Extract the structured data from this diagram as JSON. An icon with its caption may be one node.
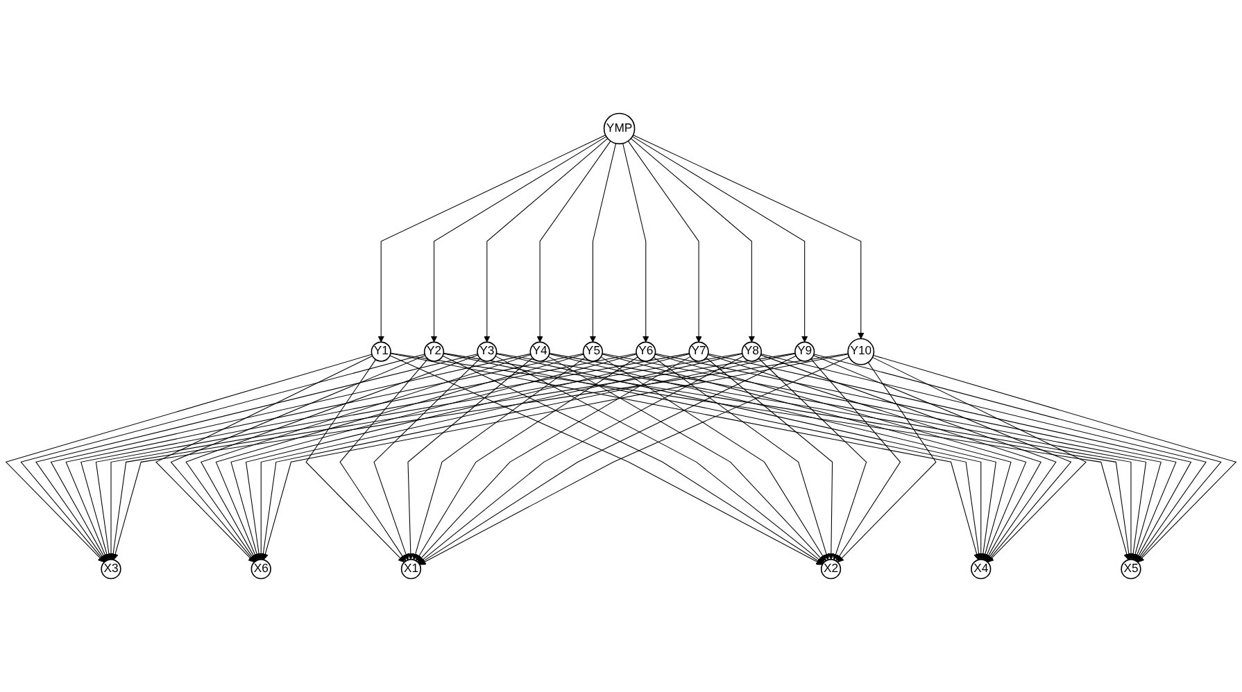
{
  "diagram": {
    "nodes": [
      {
        "text": [
          "YMP"
        ]
      },
      {
        "text": [
          "Y1"
        ]
      },
      {
        "text": [
          "Y2"
        ]
      },
      {
        "text": [
          "Y3"
        ]
      },
      {
        "text": [
          "Y4"
        ]
      },
      {
        "text": [
          "Y5"
        ]
      },
      {
        "text": [
          "Y6"
        ]
      },
      {
        "text": [
          "Y7"
        ]
      },
      {
        "text": [
          "Y8"
        ]
      },
      {
        "text": [
          "Y9"
        ]
      },
      {
        "text": [
          "Y10"
        ]
      },
      {
        "text": [
          "X3"
        ]
      },
      {
        "text": [
          "X6"
        ]
      },
      {
        "text": [
          "X1"
        ]
      },
      {
        "text": [
          "X2"
        ]
      },
      {
        "text": [
          "X4"
        ]
      },
      {
        "text": [
          "X5"
        ]
      }
    ],
    "edges": [
      {
        "from": 0,
        "to": 1,
        "arrow": "to"
      },
      {
        "from": 0,
        "to": 2,
        "arrow": "to"
      },
      {
        "from": 0,
        "to": 3,
        "arrow": "to"
      },
      {
        "from": 0,
        "to": 4,
        "arrow": "to"
      },
      {
        "from": 0,
        "to": 5,
        "arrow": "to"
      },
      {
        "from": 0,
        "to": 6,
        "arrow": "to"
      },
      {
        "from": 0,
        "to": 7,
        "arrow": "to"
      },
      {
        "from": 0,
        "to": 8,
        "arrow": "to"
      },
      {
        "from": 0,
        "to": 9,
        "arrow": "to"
      },
      {
        "from": 0,
        "to": 10,
        "arrow": "to"
      },
      {
        "from": 1,
        "to": 11,
        "arrow": "to"
      },
      {
        "from": 1,
        "to": 12,
        "arrow": "to"
      },
      {
        "from": 1,
        "to": 13,
        "arrow": "to"
      },
      {
        "from": 1,
        "to": 14,
        "arrow": "to"
      },
      {
        "from": 1,
        "to": 15,
        "arrow": "to"
      },
      {
        "from": 1,
        "to": 16,
        "arrow": "to"
      },
      {
        "from": 2,
        "to": 11,
        "arrow": "to"
      },
      {
        "from": 2,
        "to": 12,
        "arrow": "to"
      },
      {
        "from": 2,
        "to": 13,
        "arrow": "to"
      },
      {
        "from": 2,
        "to": 14,
        "arrow": "to"
      },
      {
        "from": 2,
        "to": 15,
        "arrow": "to"
      },
      {
        "from": 2,
        "to": 16,
        "arrow": "to"
      },
      {
        "from": 3,
        "to": 11,
        "arrow": "to"
      },
      {
        "from": 3,
        "to": 12,
        "arrow": "to"
      },
      {
        "from": 3,
        "to": 13,
        "arrow": "to"
      },
      {
        "from": 3,
        "to": 14,
        "arrow": "to"
      },
      {
        "from": 3,
        "to": 15,
        "arrow": "to"
      },
      {
        "from": 3,
        "to": 16,
        "arrow": "to"
      },
      {
        "from": 4,
        "to": 11,
        "arrow": "to"
      },
      {
        "from": 4,
        "to": 12,
        "arrow": "to"
      },
      {
        "from": 4,
        "to": 13,
        "arrow": "to"
      },
      {
        "from": 4,
        "to": 14,
        "arrow": "to"
      },
      {
        "from": 4,
        "to": 15,
        "arrow": "to"
      },
      {
        "from": 4,
        "to": 16,
        "arrow": "to"
      },
      {
        "from": 5,
        "to": 11,
        "arrow": "to"
      },
      {
        "from": 5,
        "to": 12,
        "arrow": "to"
      },
      {
        "from": 5,
        "to": 13,
        "arrow": "to"
      },
      {
        "from": 5,
        "to": 14,
        "arrow": "to"
      },
      {
        "from": 5,
        "to": 15,
        "arrow": "to"
      },
      {
        "from": 5,
        "to": 16,
        "arrow": "to"
      },
      {
        "from": 6,
        "to": 11,
        "arrow": "to"
      },
      {
        "from": 6,
        "to": 12,
        "arrow": "to"
      },
      {
        "from": 6,
        "to": 13,
        "arrow": "to"
      },
      {
        "from": 6,
        "to": 14,
        "arrow": "to"
      },
      {
        "from": 6,
        "to": 15,
        "arrow": "to"
      },
      {
        "from": 6,
        "to": 16,
        "arrow": "to"
      },
      {
        "from": 7,
        "to": 11,
        "arrow": "to"
      },
      {
        "from": 7,
        "to": 12,
        "arrow": "to"
      },
      {
        "from": 7,
        "to": 13,
        "arrow": "to"
      },
      {
        "from": 7,
        "to": 14,
        "arrow": "to"
      },
      {
        "from": 7,
        "to": 15,
        "arrow": "to"
      },
      {
        "from": 7,
        "to": 16,
        "arrow": "to"
      },
      {
        "from": 8,
        "to": 11,
        "arrow": "to"
      },
      {
        "from": 8,
        "to": 12,
        "arrow": "to"
      },
      {
        "from": 8,
        "to": 13,
        "arrow": "to"
      },
      {
        "from": 8,
        "to": 14,
        "arrow": "to"
      },
      {
        "from": 8,
        "to": 15,
        "arrow": "to"
      },
      {
        "from": 8,
        "to": 16,
        "arrow": "to"
      },
      {
        "from": 9,
        "to": 11,
        "arrow": "to"
      },
      {
        "from": 9,
        "to": 12,
        "arrow": "to"
      },
      {
        "from": 9,
        "to": 13,
        "arrow": "to"
      },
      {
        "from": 9,
        "to": 14,
        "arrow": "to"
      },
      {
        "from": 9,
        "to": 15,
        "arrow": "to"
      },
      {
        "from": 9,
        "to": 16,
        "arrow": "to"
      },
      {
        "from": 10,
        "to": 11,
        "arrow": "to"
      },
      {
        "from": 10,
        "to": 12,
        "arrow": "to"
      },
      {
        "from": 10,
        "to": 13,
        "arrow": "to"
      },
      {
        "from": 10,
        "to": 14,
        "arrow": "to"
      },
      {
        "from": 10,
        "to": 15,
        "arrow": "to"
      },
      {
        "from": 10,
        "to": 16,
        "arrow": "to"
      }
    ]
  }
}
